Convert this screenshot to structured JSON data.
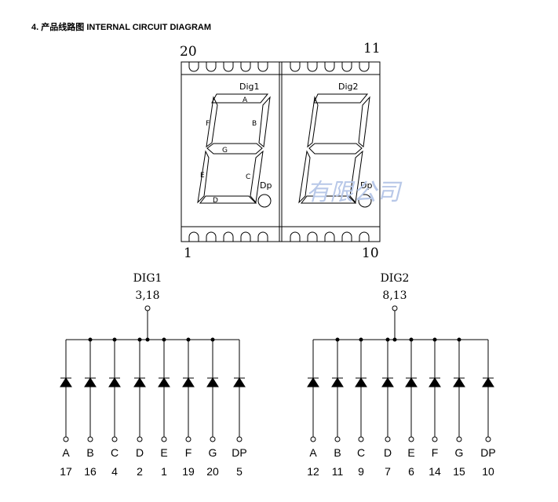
{
  "section": {
    "number": "4.",
    "title_cn": "产品线路图",
    "title_en": "INTERNAL CIRCUIT DIAGRAM"
  },
  "package": {
    "pin_top_left": "20",
    "pin_top_right": "11",
    "pin_bottom_left": "1",
    "pin_bottom_right": "10",
    "digit1_label": "Dig1",
    "digit2_label": "Dig2",
    "segment_labels": [
      "A",
      "B",
      "C",
      "D",
      "E",
      "F",
      "G"
    ],
    "dp_label": "Dp"
  },
  "watermark": "有限公司",
  "circuits": [
    {
      "name": "DIG1",
      "common_pins": "3,18",
      "segments": [
        "A",
        "B",
        "C",
        "D",
        "E",
        "F",
        "G",
        "DP"
      ],
      "pins": [
        "17",
        "16",
        "4",
        "2",
        "1",
        "19",
        "20",
        "5"
      ]
    },
    {
      "name": "DIG2",
      "common_pins": "8,13",
      "segments": [
        "A",
        "B",
        "C",
        "D",
        "E",
        "F",
        "G",
        "DP"
      ],
      "pins": [
        "12",
        "11",
        "9",
        "7",
        "6",
        "14",
        "15",
        "10"
      ]
    }
  ],
  "colors": {
    "line": "#000000",
    "watermark": "#b8c8e8"
  }
}
